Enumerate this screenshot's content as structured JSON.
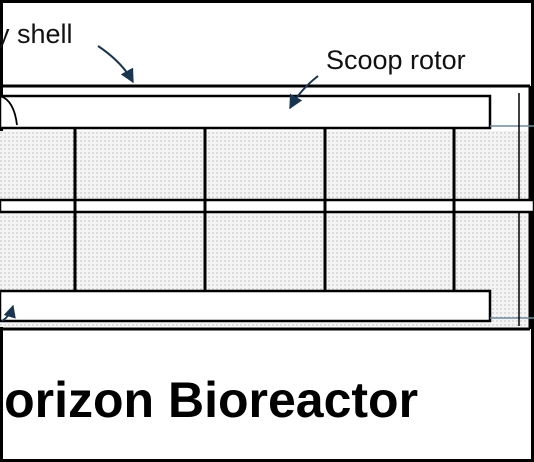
{
  "diagram": {
    "labels": {
      "shell": "y shell",
      "rotor": "Scoop rotor"
    },
    "title": "Horizon Bioreactor",
    "colors": {
      "ink": "#000000",
      "fill_dots": "#7f7f7f",
      "fill_bg": "#f4f4f4",
      "arrow": "#1a3550"
    }
  }
}
